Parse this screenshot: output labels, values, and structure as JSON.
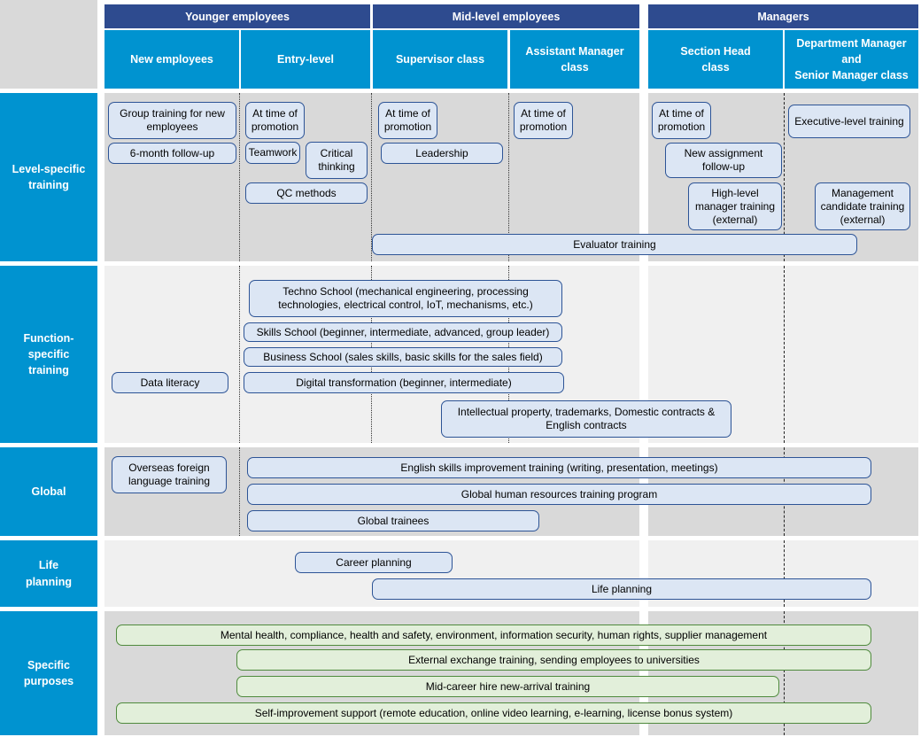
{
  "title": "Employee training program matrix",
  "colors": {
    "group_header": "#2e4b8f",
    "column_header": "#0093d0",
    "row_label": "#0093d0",
    "row_band_dark": "#d9d9d9",
    "row_band_light": "#f0f0f0",
    "box_blue_border": "#2d5496",
    "box_blue_fill": "#dce6f4",
    "box_green_border": "#4f8a3d",
    "box_green_fill": "#e2efda"
  },
  "header": {
    "groups": [
      {
        "label": "Younger employees"
      },
      {
        "label": "Mid-level employees"
      },
      {
        "label": "Managers"
      }
    ],
    "columns": [
      {
        "label": "New employees"
      },
      {
        "label": "Entry-level"
      },
      {
        "label": "Supervisor class"
      },
      {
        "label": "Assistant Manager\nclass"
      },
      {
        "label": "Section Head\nclass"
      },
      {
        "label": "Department Manager\nand\nSenior Manager class"
      }
    ]
  },
  "rows": [
    {
      "label": "Level-specific\ntraining"
    },
    {
      "label": "Function-\nspecific\ntraining"
    },
    {
      "label": "Global"
    },
    {
      "label": "Life\nplanning"
    },
    {
      "label": "Specific\npurposes"
    }
  ],
  "items": {
    "level_specific": [
      {
        "text": "Group training for new employees"
      },
      {
        "text": "6-month follow-up"
      },
      {
        "text": "At time of promotion"
      },
      {
        "text": "Teamwork"
      },
      {
        "text": "Critical thinking"
      },
      {
        "text": "QC methods"
      },
      {
        "text": "At time of promotion"
      },
      {
        "text": "Leadership"
      },
      {
        "text": "At time of promotion"
      },
      {
        "text": "At time of promotion"
      },
      {
        "text": "New assignment follow-up"
      },
      {
        "text": "High-level manager training (external)"
      },
      {
        "text": "Executive-level training"
      },
      {
        "text": "Management candidate training (external)"
      },
      {
        "text": "Evaluator training"
      }
    ],
    "function_specific": [
      {
        "text": "Techno School (mechanical engineering, processing technologies, electrical control, IoT, mechanisms, etc.)"
      },
      {
        "text": "Skills School (beginner, intermediate, advanced, group leader)"
      },
      {
        "text": "Business School (sales skills, basic skills for the sales field)"
      },
      {
        "text": "Data literacy"
      },
      {
        "text": "Digital transformation (beginner, intermediate)"
      },
      {
        "text": "Intellectual property, trademarks, Domestic contracts & English contracts"
      }
    ],
    "global": [
      {
        "text": "Overseas foreign language training"
      },
      {
        "text": "English skills improvement training (writing, presentation, meetings)"
      },
      {
        "text": "Global human resources training program"
      },
      {
        "text": "Global trainees"
      }
    ],
    "life_planning": [
      {
        "text": "Career planning"
      },
      {
        "text": "Life planning"
      }
    ],
    "specific_purposes": [
      {
        "text": "Mental health, compliance, health and safety, environment, information security, human rights, supplier management"
      },
      {
        "text": "External exchange training, sending employees to universities"
      },
      {
        "text": "Mid-career hire new-arrival training"
      },
      {
        "text": "Self-improvement support (remote education, online video learning, e-learning, license bonus system)"
      }
    ]
  }
}
